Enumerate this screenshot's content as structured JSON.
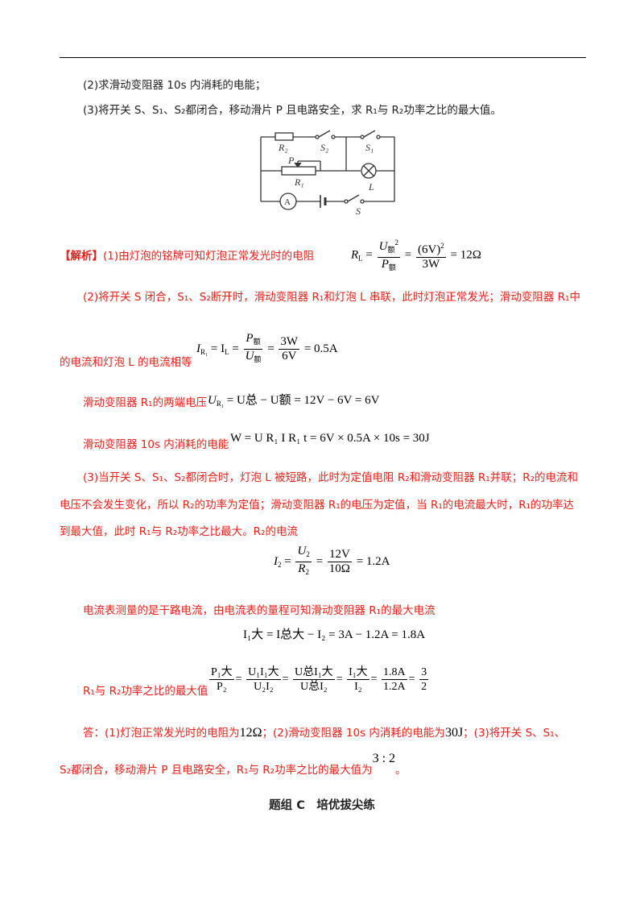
{
  "q2": "(2)求滑动变阻器 10s 内消耗的电能；",
  "q3": "(3)将开关 S、S₁、S₂都闭合，移动滑片 P 且电路安全，求 R₁与 R₂功率之比的最大值。",
  "circuit": {
    "labels": [
      "R₂",
      "S₂",
      "S₁",
      "P",
      "R₁",
      "L",
      "A",
      "S"
    ]
  },
  "sol1": {
    "tag": "【解析】",
    "text": "(1)由灯泡的铭牌可知灯泡正常发光时的电阻",
    "eq": {
      "lhs": "R",
      "lhs_sub": "L",
      "num": "U",
      "num_sub": "额",
      "num_sup": "2",
      "den": "P",
      "den_sub": "额",
      "num2": "(6V)",
      "num2_sup": "2",
      "den2": "3W",
      "result": "= 12Ω"
    }
  },
  "sol2": {
    "text1": "(2)将开关 S 闭合，S₁、S₂断开时，滑动变阻器 R₁和灯泡 L 串联，此时灯泡正常发光；滑动变阻器 R₁中",
    "text2": "的电流和灯泡 L 的电流相等",
    "eq1": {
      "a": "I",
      "a_sub": "R₁",
      "b": "= I",
      "b_sub": "L",
      "num": "P",
      "num_sub": "额",
      "den": "U",
      "den_sub": "额",
      "num2": "3W",
      "den2": "6V",
      "result": "= 0.5A"
    },
    "text3": "滑动变阻器 R₁的两端电压",
    "eq2": "= U总 − U额 = 12V − 6V = 6V",
    "eq2_lhs": "U",
    "eq2_lhs_sub": "R₁",
    "text4": "滑动变阻器 10s 内消耗的电能",
    "eq3": "W = U R₁ I R₁ t = 6V × 0.5A × 10s = 30J"
  },
  "sol3": {
    "text1": "(3)当开关 S、S₁、S₂都闭合时，灯泡 L 被短路，此时为定值电阻 R₂和滑动变阻器 R₁并联；R₂的电流和",
    "text2": "电压不会发生变化，所以 R₂的功率为定值；滑动变阻器 R₁的电压为定值，当 R₁的电流最大时，R₁的功率达",
    "text3": "到最大值，此时 R₁与 R₂功率之比最大。R₂的电流",
    "eq1": {
      "lhs": "I",
      "lhs_sub": "2",
      "num": "U",
      "num_sub": "2",
      "den": "R",
      "den_sub": "2",
      "num2": "12V",
      "den2": "10Ω",
      "result": "= 1.2A"
    },
    "text4": "电流表测量的是干路电流，由电流表的量程可知滑动变阻器 R₁的最大电流",
    "eq2": "I₁大 = I总大 − I₂ = 3A − 1.2A = 1.8A",
    "text5": "R₁与 R₂功率之比的最大值",
    "eq3": {
      "f1n": "P₁大",
      "f1d": "P₂",
      "f2n": "U₁I₁大",
      "f2d": "U₂I₂",
      "f3n": "U总I₁大",
      "f3d": "U总I₂",
      "f4n": "I₁大",
      "f4d": "I₂",
      "f5n": "1.8A",
      "f5d": "1.2A",
      "f6n": "3",
      "f6d": "2"
    }
  },
  "answer": {
    "line1_a": "答：(1)灯泡正常发光时的电阻为",
    "v1": "12Ω",
    "line1_b": "；(2)滑动变阻器 10s 内消耗的电能为",
    "v2": "30J",
    "line1_c": "；(3)将开关 S、S₁、",
    "line2_a": "S₂都闭合，移动滑片 P 且电路安全，R₁与 R₂功率之比的最大值为",
    "v3": "3 : 2",
    "line2_b": "。"
  },
  "heading": "题组 C　培优拔尖练"
}
